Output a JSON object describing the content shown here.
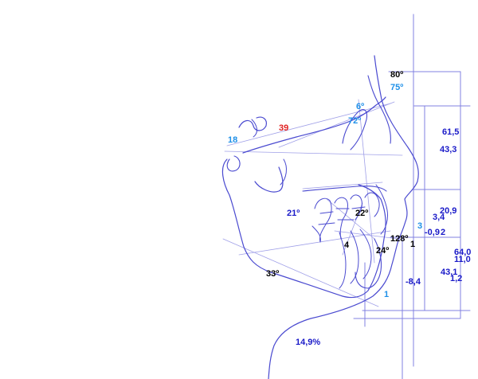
{
  "colors": {
    "trace_line": "#4a4ad0",
    "grid_line": "#8080e0",
    "thin_line": "#a0a0e8",
    "black": "#000000",
    "dark_blue": "#1a1ac8",
    "light_blue": "#1e90e8",
    "red": "#e02020"
  },
  "measurements": {
    "m_80": "80º",
    "m_75": "75º",
    "m_6": "6º",
    "m_72": "72º",
    "m_39": "39",
    "m_18": "18",
    "m_61_5": "61,5",
    "m_43_3": "43,3",
    "m_22": "22º",
    "m_21": "21º",
    "m_20_9": "20,9",
    "m_3_4": "3,4",
    "m_3": "3",
    "m_neg0_9": "-0,9",
    "m_2": "2",
    "m_128": "128º",
    "m_1a": "1",
    "m_4": "4",
    "m_24": "24º",
    "m_64": "64,0",
    "m_11": "11,0",
    "m_33": "33º",
    "m_neg8_4": "-8,4",
    "m_43_1": "43,1",
    "m_1_2": "1,2",
    "m_1b": "1",
    "m_14_9": "14,9%"
  }
}
